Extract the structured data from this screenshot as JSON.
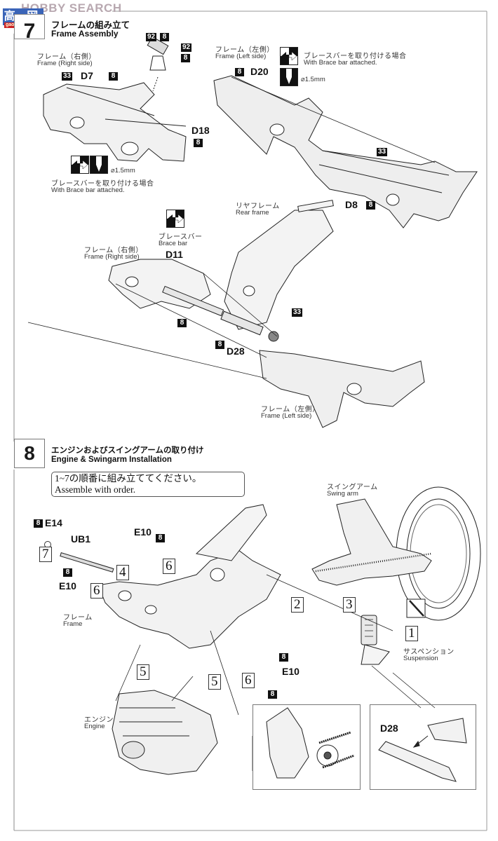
{
  "watermark": {
    "brand_text": "HOBBY SEARCH",
    "logo_glyphs": "高 网",
    "logo_url_text": "gao-shop.com"
  },
  "step7": {
    "number": "7",
    "title_jp": "フレームの組み立て",
    "title_en": "Frame Assembly",
    "right_frame": {
      "label_jp": "フレーム（右側）",
      "label_en": "Frame (Right side)",
      "parts": [
        "33",
        "D7",
        "8"
      ]
    },
    "top_parts": {
      "chip1": "92",
      "chip2": "8",
      "chip3": "92",
      "chip4": "8"
    },
    "d18": {
      "part": "D18",
      "chip": "8"
    },
    "brace_note_left": {
      "drill": "⌀1.5mm",
      "jp": "ブレースバーを取り付ける場合",
      "en": "With Brace bar attached."
    },
    "left_frame": {
      "label_jp": "フレーム（左側）",
      "label_en": "Frame (Left side)",
      "chip": "8",
      "part": "D20"
    },
    "brace_note_right": {
      "jp": "ブレースバーを取り付ける場合",
      "en": "With Brace bar attached.",
      "drill": "⌀1.5mm"
    },
    "d8": {
      "part": "D8",
      "chip": "8",
      "chip33": "33"
    },
    "rear_frame": {
      "label_jp": "リヤフレーム",
      "label_en": "Rear frame"
    },
    "brace_bar": {
      "label_jp": "ブレースバー",
      "label_en": "Brace bar",
      "part": "D11"
    },
    "right_frame2": {
      "label_jp": "フレーム（右側）",
      "label_en": "Frame (Right side)"
    },
    "lower_parts": {
      "chip_a": "8",
      "chip_b": "8",
      "part": "D28",
      "chip33": "33"
    },
    "left_frame2": {
      "label_jp": "フレーム（左側）",
      "label_en": "Frame (Left side)"
    }
  },
  "step8": {
    "number": "8",
    "title_jp": "エンジンおよびスイングアームの取り付け",
    "title_en": "Engine &  Swingarm Installation",
    "note_jp": "1~7の順番に組み立ててください。",
    "note_en": "Assemble with order.",
    "swing_arm": {
      "label_jp": "スイングアーム",
      "label_en": "Swing arm"
    },
    "parts_left": {
      "e14_chip": "8",
      "e14": "E14",
      "ub1": "UB1",
      "e10a_chip": "8",
      "e10a": "E10",
      "e10b": "E10",
      "e10b_chip": "8"
    },
    "frame": {
      "label_jp": "フレーム",
      "label_en": "Frame"
    },
    "suspension": {
      "label_jp": "サスペンション",
      "label_en": "Suspension"
    },
    "engine": {
      "label_jp": "エンジン",
      "label_en": "Engine"
    },
    "right_bolts": {
      "chip_top": "8",
      "part": "E10",
      "chip_bottom": "8"
    },
    "sequence": [
      "1",
      "2",
      "3",
      "4",
      "5",
      "5",
      "6",
      "6",
      "6",
      "7"
    ],
    "inset_right": {
      "part": "D28"
    }
  }
}
